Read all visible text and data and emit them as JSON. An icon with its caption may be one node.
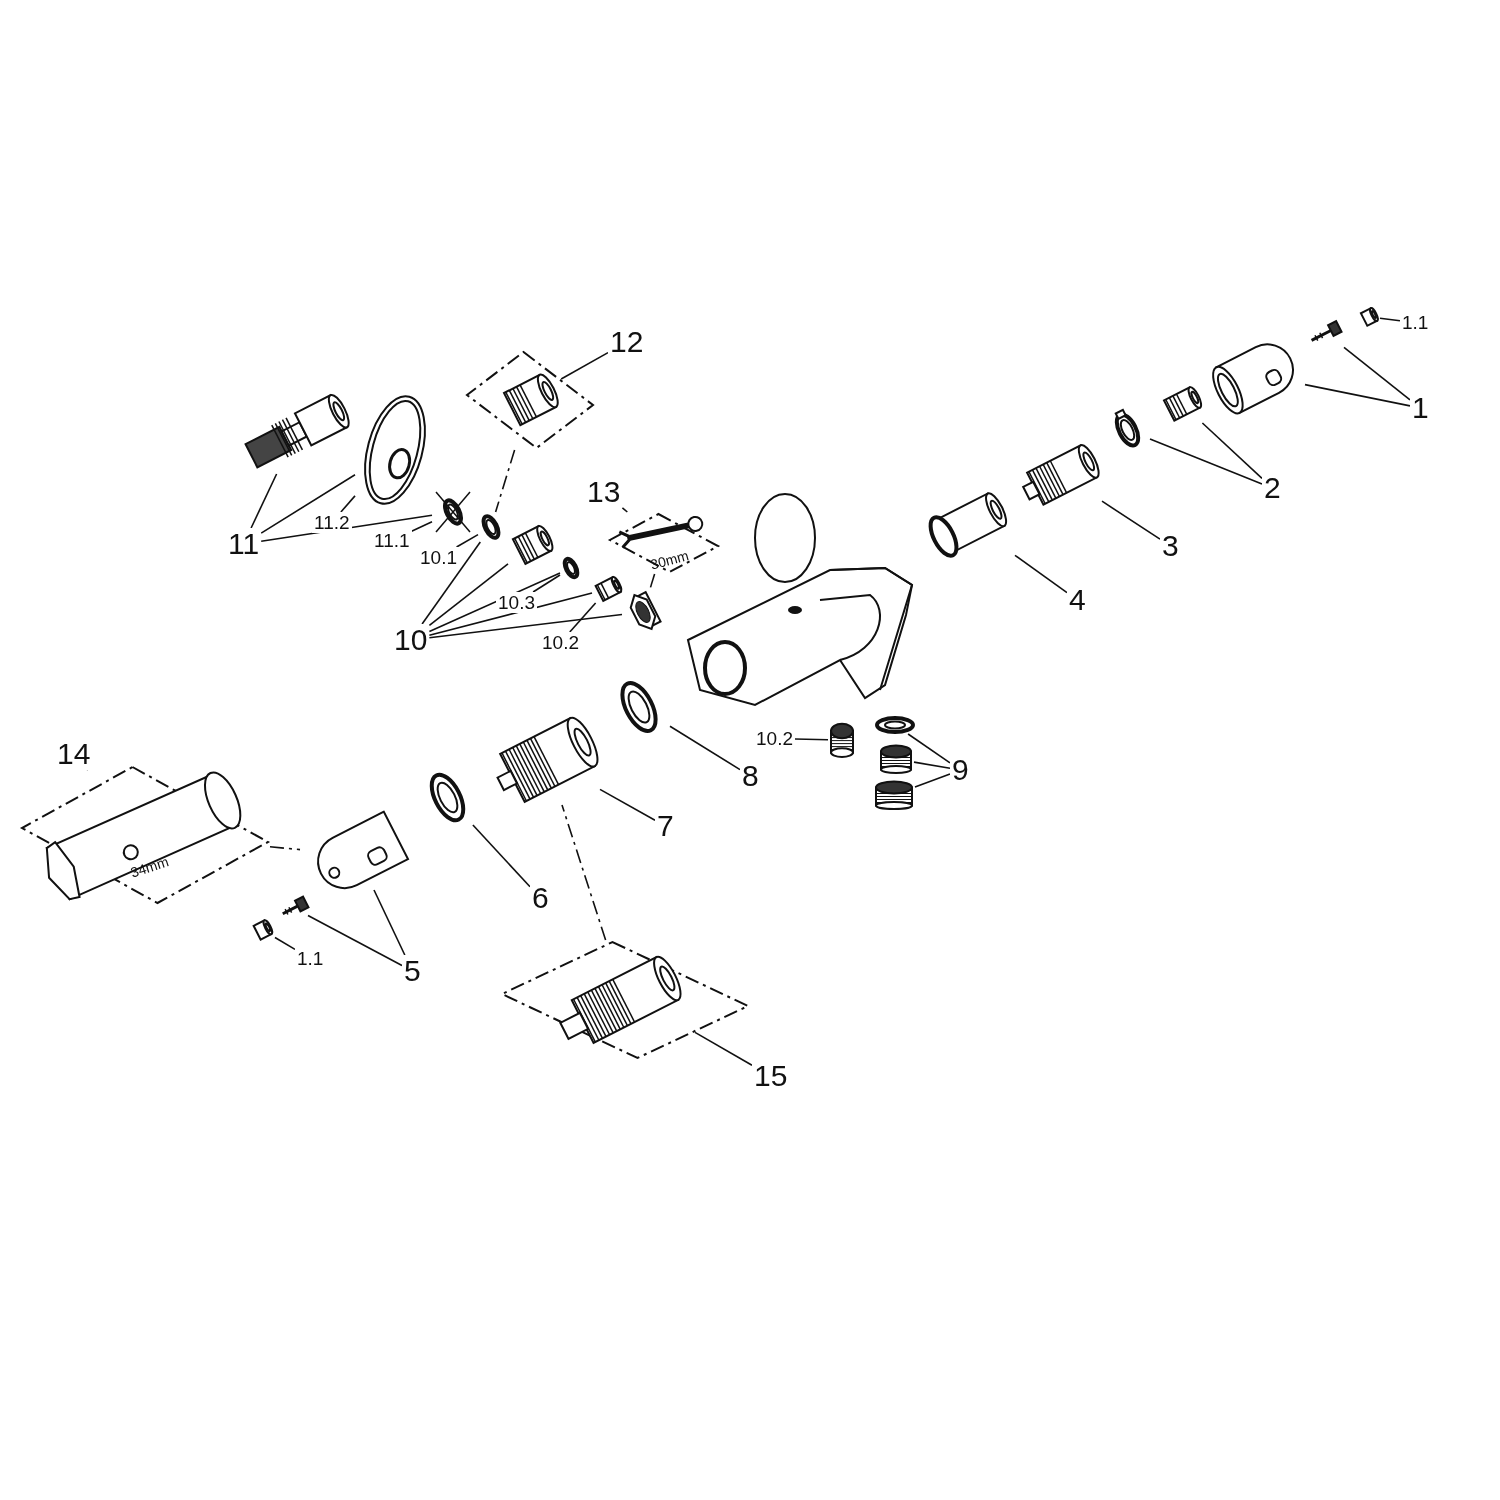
{
  "diagram": {
    "nodes": [
      {
        "text": [
          "12"
        ]
      },
      {
        "text": [],
        "shape": "picture"
      },
      {
        "text": [
          "11"
        ]
      },
      {
        "text": [],
        "shape": "picture"
      },
      {
        "text": [],
        "shape": "picture"
      },
      {
        "text": [
          "11.2"
        ]
      },
      {
        "text": [],
        "shape": "picture"
      },
      {
        "text": [
          "11.1"
        ]
      },
      {
        "text": [],
        "shape": "picture"
      },
      {
        "text": [
          "13"
        ]
      },
      {
        "text": [],
        "shape": "picture"
      },
      {
        "text": [],
        "shape": "picture"
      },
      {
        "text": [
          "10.1"
        ]
      },
      {
        "text": [],
        "shape": "picture"
      },
      {
        "text": [
          "10.3"
        ]
      },
      {
        "text": [],
        "shape": "picture"
      },
      {
        "text": [
          "10.2"
        ]
      },
      {
        "text": [],
        "shape": "picture"
      },
      {
        "text": [
          "10"
        ]
      },
      {
        "text": [],
        "shape": "picture"
      },
      {
        "text": [],
        "shape": "picture"
      },
      {
        "text": [
          "1.1"
        ]
      },
      {
        "text": [],
        "shape": "picture"
      },
      {
        "text": [
          "1"
        ]
      },
      {
        "text": [],
        "shape": "picture"
      },
      {
        "text": [],
        "shape": "picture"
      },
      {
        "text": [
          "2"
        ]
      },
      {
        "text": [],
        "shape": "picture"
      },
      {
        "text": [
          "3"
        ]
      },
      {
        "text": [],
        "shape": "picture"
      },
      {
        "text": [
          "4"
        ]
      },
      {
        "text": [],
        "shape": "picture"
      },
      {
        "text": [
          "10.2"
        ]
      },
      {
        "text": [],
        "shape": "picture"
      },
      {
        "text": [],
        "shape": "picture"
      },
      {
        "text": [],
        "shape": "picture"
      },
      {
        "text": [],
        "shape": "picture"
      },
      {
        "text": [
          "9"
        ]
      },
      {
        "text": [],
        "shape": "picture"
      },
      {
        "text": [
          "8"
        ]
      },
      {
        "text": [],
        "shape": "picture"
      },
      {
        "text": [
          "7"
        ]
      },
      {
        "text": [
          "14"
        ]
      },
      {
        "text": [],
        "shape": "picture"
      },
      {
        "text": [],
        "shape": "picture"
      },
      {
        "text": [],
        "shape": "picture"
      },
      {
        "text": [],
        "shape": "picture"
      },
      {
        "text": [
          "1.1"
        ]
      },
      {
        "text": [
          "5"
        ]
      },
      {
        "text": [],
        "shape": "picture"
      },
      {
        "text": [
          "6"
        ]
      },
      {
        "text": [],
        "shape": "picture"
      },
      {
        "text": [
          "15"
        ]
      }
    ],
    "edges": [
      {
        "from": 0,
        "to": 1,
        "arrow": "none"
      },
      {
        "from": 2,
        "to": 3,
        "arrow": "none"
      },
      {
        "from": 2,
        "to": 4,
        "arrow": "none"
      },
      {
        "from": 2,
        "to": 6,
        "arrow": "none"
      },
      {
        "from": 5,
        "to": 4,
        "arrow": "none"
      },
      {
        "from": 7,
        "to": 6,
        "arrow": "none"
      },
      {
        "from": 1,
        "to": 8,
        "arrow": "none",
        "style": "dashed"
      },
      {
        "from": 9,
        "to": 10,
        "arrow": "none"
      },
      {
        "from": 18,
        "to": 8,
        "arrow": "none"
      },
      {
        "from": 18,
        "to": 11,
        "arrow": "none"
      },
      {
        "from": 18,
        "to": 13,
        "arrow": "none"
      },
      {
        "from": 18,
        "to": 15,
        "arrow": "none"
      },
      {
        "from": 18,
        "to": 17,
        "arrow": "none"
      },
      {
        "from": 12,
        "to": 8,
        "arrow": "none"
      },
      {
        "from": 14,
        "to": 13,
        "arrow": "none"
      },
      {
        "from": 16,
        "to": 15,
        "arrow": "none"
      },
      {
        "from": 10,
        "to": 17,
        "arrow": "none",
        "style": "dashed"
      },
      {
        "from": 21,
        "to": 20,
        "arrow": "none"
      },
      {
        "from": 23,
        "to": 19,
        "arrow": "none"
      },
      {
        "from": 23,
        "to": 22,
        "arrow": "none"
      },
      {
        "from": 26,
        "to": 24,
        "arrow": "none"
      },
      {
        "from": 26,
        "to": 25,
        "arrow": "none"
      },
      {
        "from": 28,
        "to": 27,
        "arrow": "none"
      },
      {
        "from": 30,
        "to": 29,
        "arrow": "none"
      },
      {
        "from": 32,
        "to": 33,
        "arrow": "none"
      },
      {
        "from": 37,
        "to": 34,
        "arrow": "none"
      },
      {
        "from": 37,
        "to": 35,
        "arrow": "none"
      },
      {
        "from": 37,
        "to": 36,
        "arrow": "none"
      },
      {
        "from": 39,
        "to": 38,
        "arrow": "none"
      },
      {
        "from": 41,
        "to": 40,
        "arrow": "none"
      },
      {
        "from": 42,
        "to": 43,
        "arrow": "none"
      },
      {
        "from": 43,
        "to": 44,
        "arrow": "none",
        "style": "dashed"
      },
      {
        "from": 48,
        "to": 44,
        "arrow": "none"
      },
      {
        "from": 48,
        "to": 46,
        "arrow": "none"
      },
      {
        "from": 47,
        "to": 45,
        "arrow": "none"
      },
      {
        "from": 50,
        "to": 49,
        "arrow": "none"
      },
      {
        "from": 52,
        "to": 51,
        "arrow": "none"
      },
      {
        "from": 51,
        "to": 40,
        "arrow": "none",
        "style": "dashed"
      }
    ],
    "labels": [
      "30mm",
      "34mm"
    ]
  }
}
